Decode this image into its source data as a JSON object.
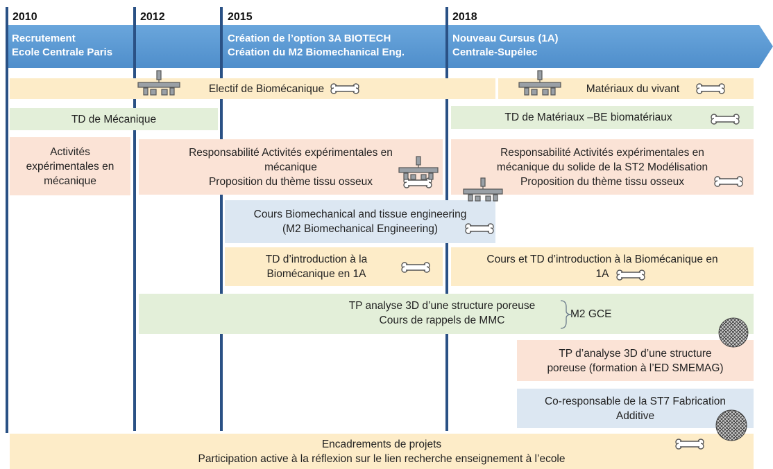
{
  "years": [
    "2010",
    "2012",
    "2015",
    "2018"
  ],
  "header": {
    "seg1": "Recrutement\nEcole Centrale Paris",
    "seg3": "Création de l’option 3A BIOTECH\nCréation du M2 Biomechanical Eng.",
    "seg4": "Nouveau Cursus (1A)\nCentrale-Supélec"
  },
  "boxes": {
    "electif": "Electif de Biomécanique",
    "materiaux_vivant": "Matériaux du vivant",
    "td_mecanique": "TD de Mécanique",
    "td_materiaux": "TD de Matériaux –BE biomatériaux",
    "activites": "Activités\nexpérimentales en\nmécanique",
    "resp_2012": "Responsabilité Activités expérimentales en\nmécanique\nProposition du thème tissu osseux",
    "resp_2018": "Responsabilité Activités expérimentales en\nmécanique du solide de la ST2 Modélisation\nProposition du thème tissu osseux",
    "cours_biomech": "Cours Biomechanical and tissue engineering\n(M2 Biomechanical Engineering)",
    "td_intro": "TD d’introduction à la\nBiomécanique en 1A",
    "cours_td_intro": "Cours et TD d’introduction  à la Biomécanique en\n1A",
    "tp_analyse": "TP analyse 3D d’une structure poreuse\nCours de rappels de MMC",
    "m2_gce": "M2 GCE",
    "tp_smemag": "TP d’analyse 3D d’une structure\nporeuse (formation à l’ED SMEMAG)",
    "co_resp": "Co-responsable de la ST7 Fabrication\nAdditive",
    "encadrements": "Encadrements de projets\nParticipation active à la réflexion sur le lien recherche enseignement à l’ecole"
  },
  "colors": {
    "arrow": "#5b9bd5",
    "timeline": "#2a5185",
    "yellow": "#fdecc8",
    "green": "#e3efd9",
    "orange": "#fbe3d6",
    "blue": "#dce7f2"
  },
  "icons": [
    "bone-icon",
    "balance-icon",
    "lattice-sphere-icon"
  ]
}
